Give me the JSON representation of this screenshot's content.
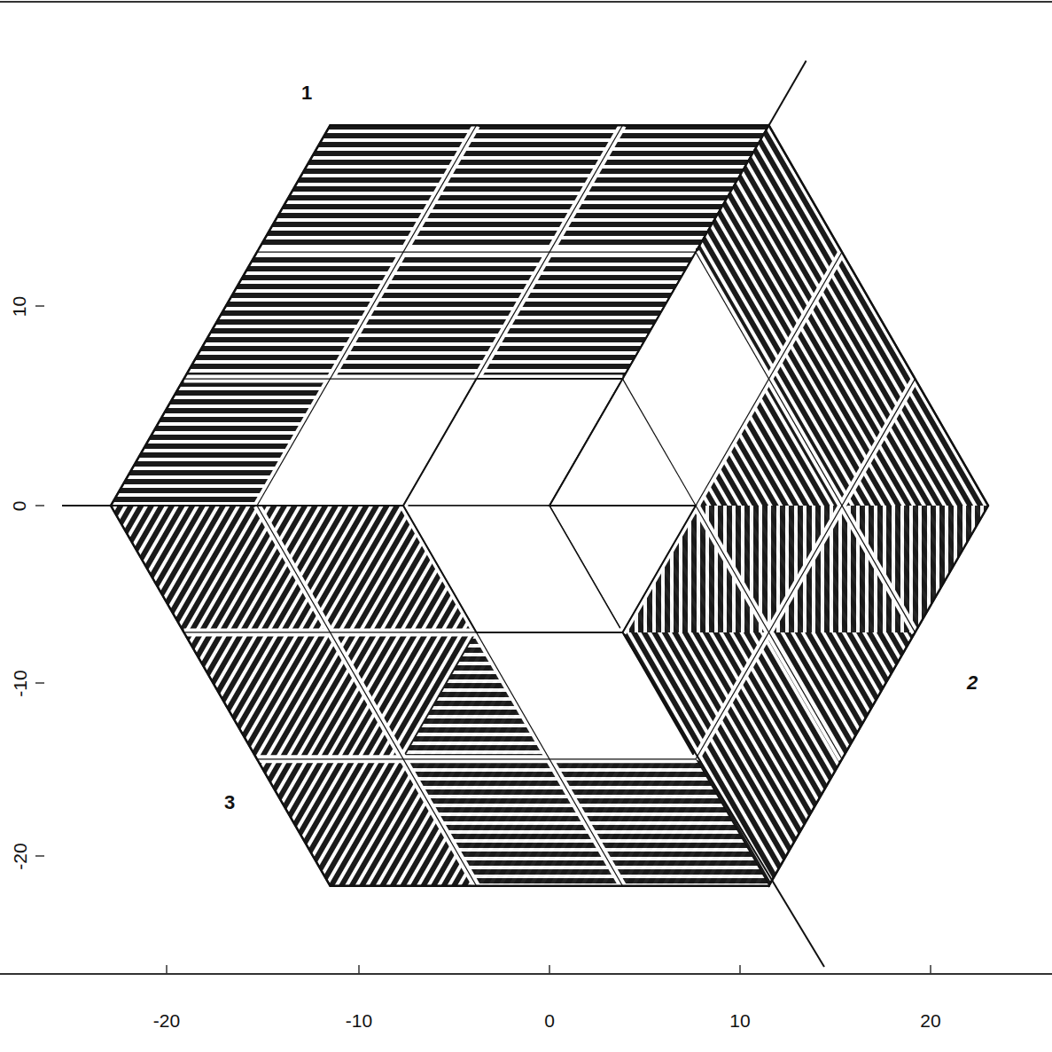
{
  "diagram": {
    "labels": [
      "1",
      "2",
      "3",
      "-20",
      "-10",
      "0",
      "10",
      "20",
      "10",
      "0",
      "-10",
      "-20"
    ]
  }
}
